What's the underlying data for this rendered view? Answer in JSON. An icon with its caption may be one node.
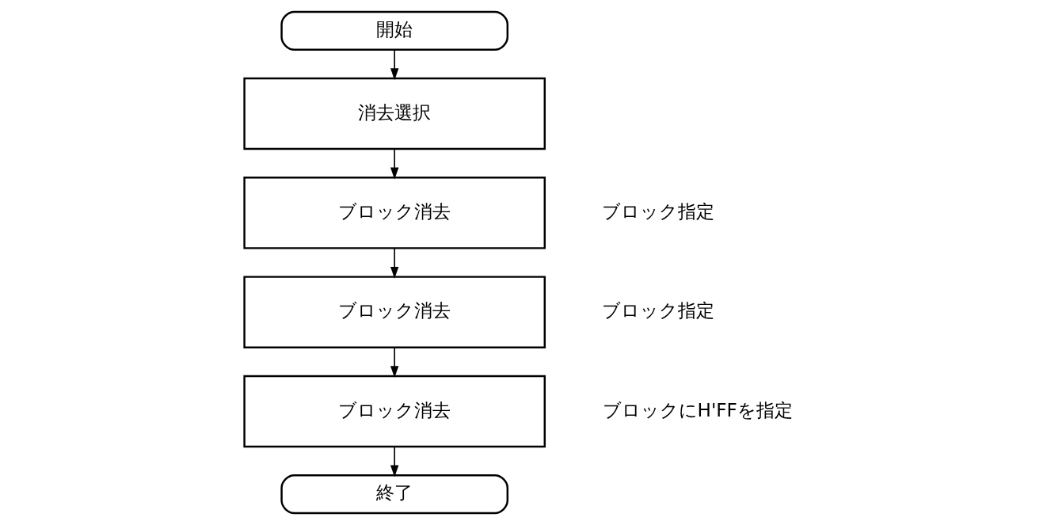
{
  "diagram": {
    "nodes": [
      {
        "text": [
          "開始"
        ]
      },
      {
        "text": [
          "消去選択"
        ]
      },
      {
        "text": [
          "ブロック消去"
        ],
        "beside": [
          "ブロック指定"
        ]
      },
      {
        "text": [
          "ブロック消去"
        ],
        "beside": [
          "ブロック指定"
        ]
      },
      {
        "text": [
          "ブロック消去"
        ],
        "beside": [
          "ブロックにH'FFを指定"
        ]
      },
      {
        "text": [
          "終了"
        ]
      }
    ],
    "edges": [
      {
        "from": 0,
        "to": 1,
        "arrow": "to"
      },
      {
        "from": 1,
        "to": 2,
        "arrow": "to"
      },
      {
        "from": 2,
        "to": 3,
        "arrow": "to"
      },
      {
        "from": 3,
        "to": 4,
        "arrow": "to"
      },
      {
        "from": 4,
        "to": 5,
        "arrow": "to"
      }
    ]
  }
}
